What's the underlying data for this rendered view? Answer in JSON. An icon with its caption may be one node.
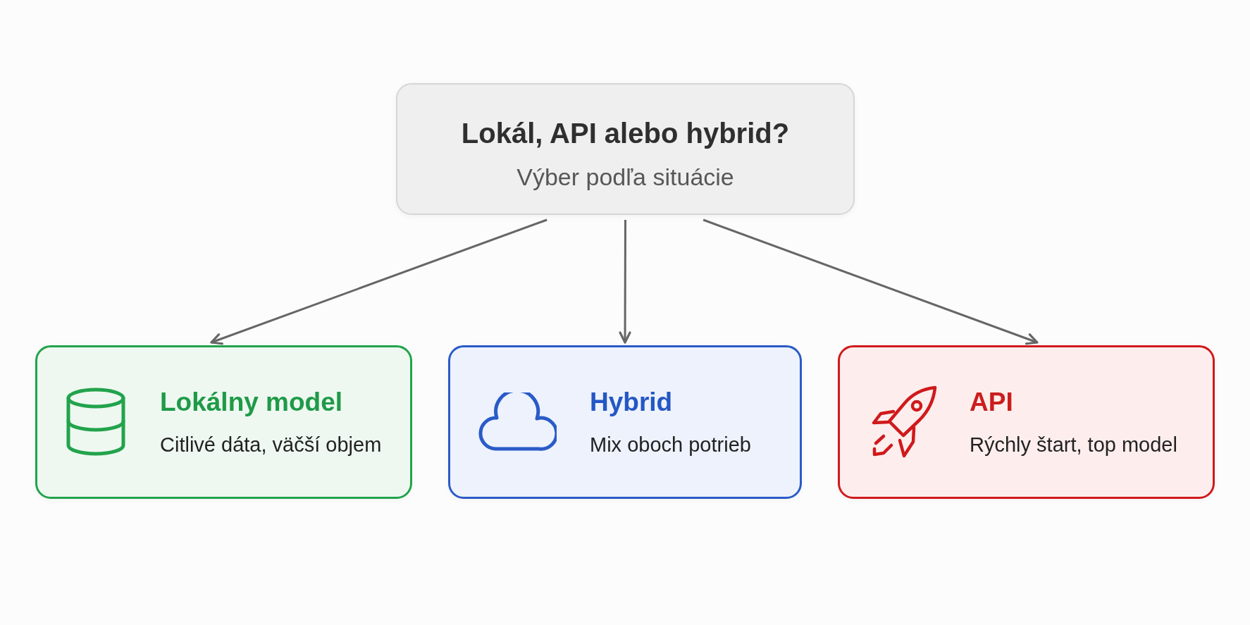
{
  "diagram": {
    "nodes": [
      {
        "text": [
          "Lokál, API alebo hybrid?",
          "Výber podľa situácie"
        ]
      },
      {
        "text": [
          "Lokálny model",
          "Citlivé dáta, väčší objem"
        ]
      },
      {
        "text": [
          "Hybrid",
          "Mix oboch potrieb"
        ]
      },
      {
        "text": [
          "API",
          "Rýchly štart, top model"
        ]
      }
    ],
    "edges": [
      {
        "from": 0,
        "to": 1,
        "arrow": "to"
      },
      {
        "from": 0,
        "to": 2,
        "arrow": "to"
      },
      {
        "from": 0,
        "to": 3,
        "arrow": "to"
      }
    ]
  }
}
